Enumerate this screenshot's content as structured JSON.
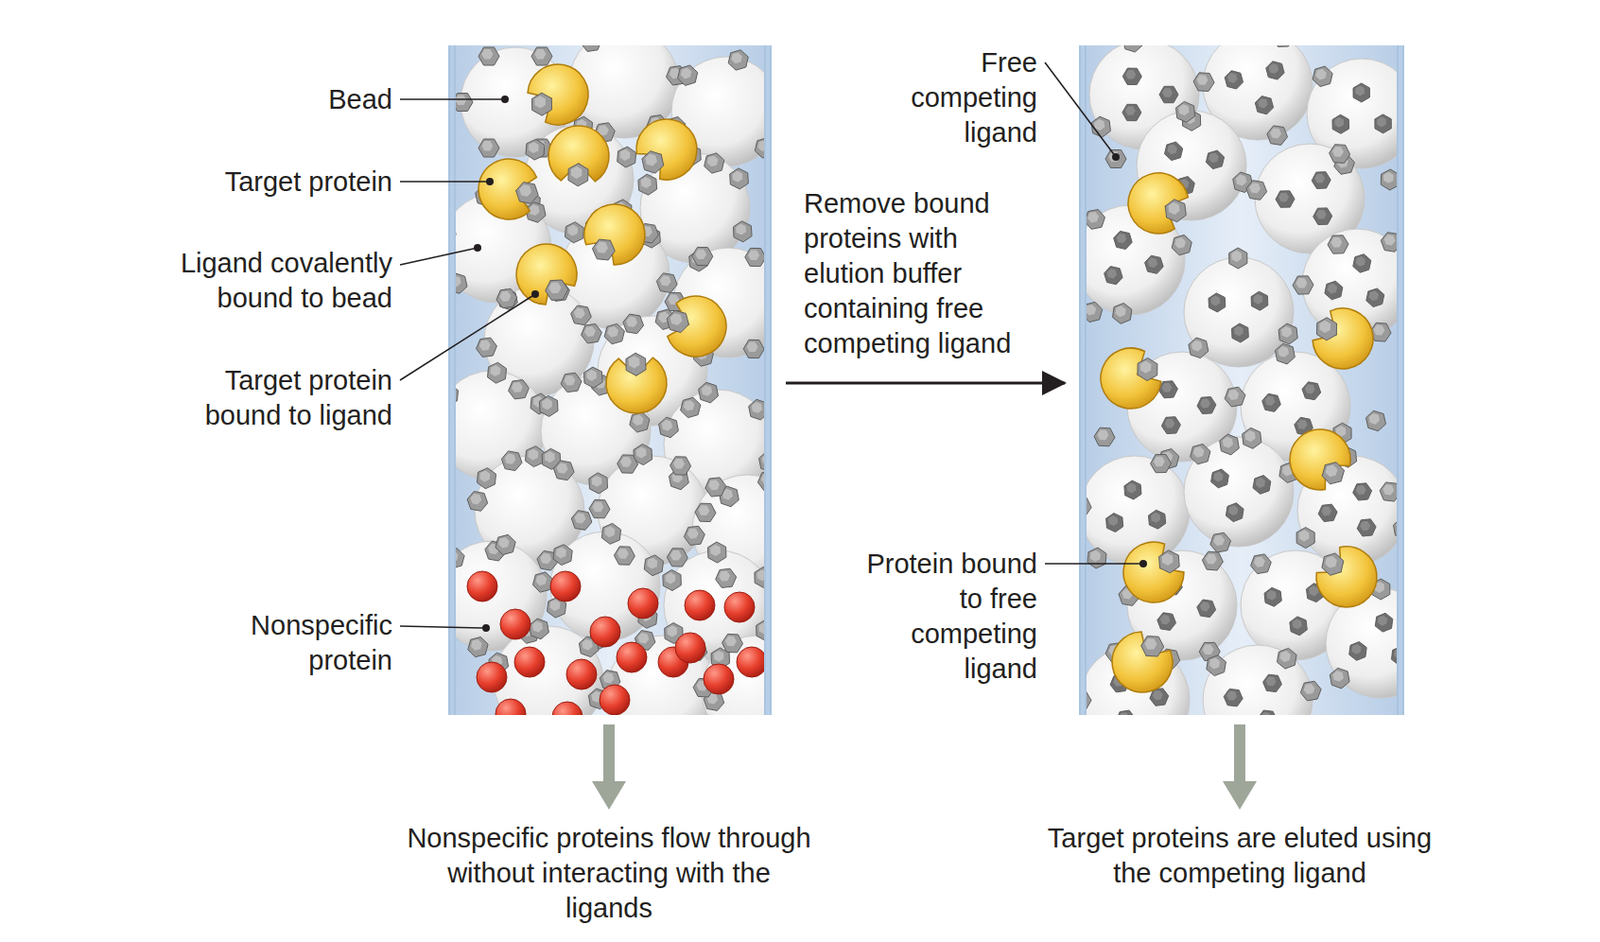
{
  "diagram": {
    "labels": [
      "Bead",
      "Target protein",
      "Ligand covalently bound to bead",
      "Target protein bound to ligand",
      "Nonspecific protein",
      "Free competing ligand",
      "Remove bound proteins with elution buffer containing free competing ligand",
      "Protein bound to free competing ligand",
      "Nonspecific proteins flow through without interacting with the ligands",
      "Target proteins are eluted using the competing ligand"
    ]
  }
}
